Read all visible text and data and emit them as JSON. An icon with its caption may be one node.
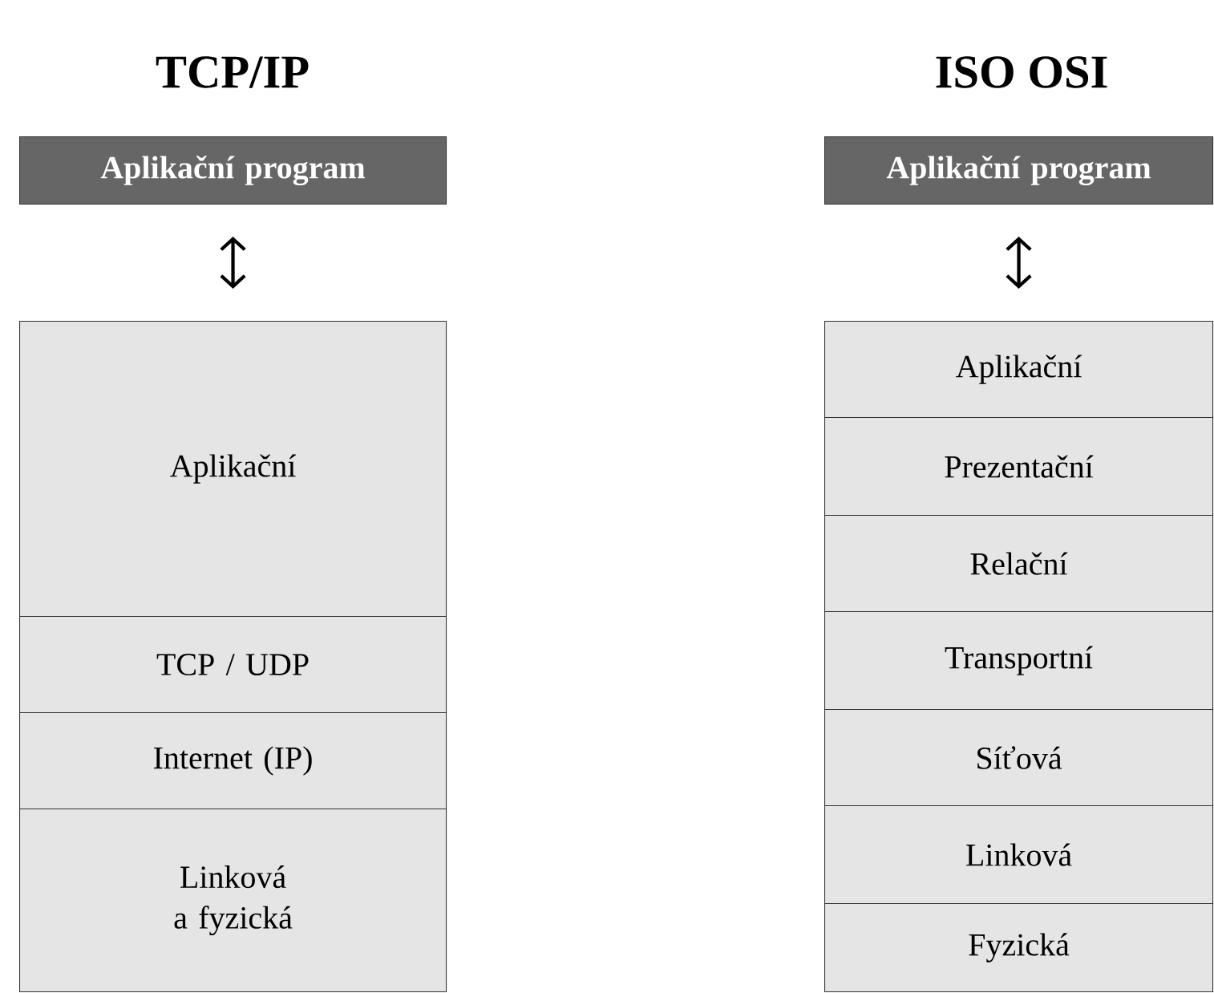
{
  "diagram": {
    "nodes": [
      {
        "text": [
          "Aplikační program"
        ]
      },
      {
        "text": [
          "Aplikační"
        ]
      },
      {
        "text": [
          "TCP / UDP"
        ]
      },
      {
        "text": [
          "Internet (IP)"
        ]
      },
      {
        "text": [
          "Linková a fyzická"
        ]
      },
      {
        "text": [
          "Aplikační program"
        ]
      },
      {
        "text": [
          "Aplikační"
        ]
      },
      {
        "text": [
          "Prezentační"
        ]
      },
      {
        "text": [
          "Relační"
        ]
      },
      {
        "text": [
          "Transportní"
        ]
      },
      {
        "text": [
          "Síťová"
        ]
      },
      {
        "text": [
          "Linková"
        ]
      },
      {
        "text": [
          "Fyzická"
        ]
      }
    ],
    "edges": [
      {
        "from": 0,
        "to": 1,
        "arrow": "both"
      },
      {
        "from": 5,
        "to": 6,
        "arrow": "both"
      }
    ],
    "labels": [
      "TCP/IP",
      "ISO OSI"
    ]
  }
}
